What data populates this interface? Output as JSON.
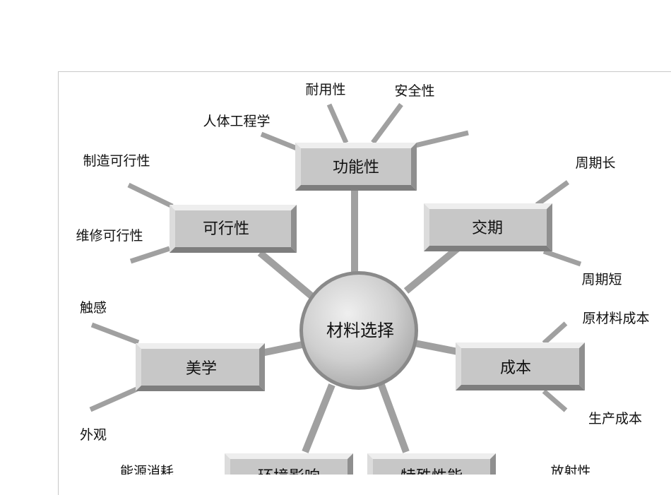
{
  "center": {
    "label": "材料选择"
  },
  "categories": {
    "functionality": {
      "label": "功能性",
      "leaves": [
        "耐用性",
        "安全性",
        "人体工程学"
      ]
    },
    "feasibility": {
      "label": "可行性",
      "leaves": [
        "制造可行性",
        "维修可行性"
      ]
    },
    "delivery": {
      "label": "交期",
      "leaves": [
        "周期长",
        "周期短"
      ]
    },
    "aesthetics": {
      "label": "美学",
      "leaves": [
        "触感",
        "外观"
      ]
    },
    "cost": {
      "label": "成本",
      "leaves": [
        "原材料成本",
        "生产成本"
      ]
    },
    "environment": {
      "label": "环境影响",
      "leaves": [
        "能源消耗"
      ]
    },
    "special": {
      "label": "特殊性能",
      "leaves": [
        "放射性"
      ]
    }
  },
  "colors": {
    "box": "#c9c9c9",
    "box_light": "#ececec",
    "box_dark": "#8f8f8f",
    "line": "#9a9a9a",
    "circle": "#d0d0d0"
  }
}
